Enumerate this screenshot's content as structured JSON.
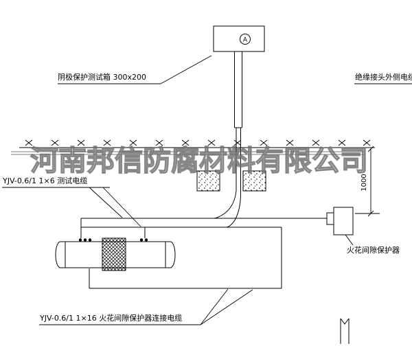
{
  "colors": {
    "line": "#000000",
    "watermark": "#7a7a7a",
    "background": "#ffffff"
  },
  "watermark": {
    "text": "河南邦信防腐材料有限公司"
  },
  "diagram": {
    "test_box": {
      "label": "阴极保护测试箱 300x200",
      "meter_symbol": "A"
    },
    "right_cable_label": "绝缘接头外侧电缆",
    "test_cable_label": "YJV-0.6/1 1×6  测试电缆",
    "spark_gap_label": "火花间隙保护器",
    "bottom_cable_label": "YJV-0.6/1 1×16  火花间隙保护器连接电缆",
    "dimension": {
      "value": "1000"
    }
  }
}
